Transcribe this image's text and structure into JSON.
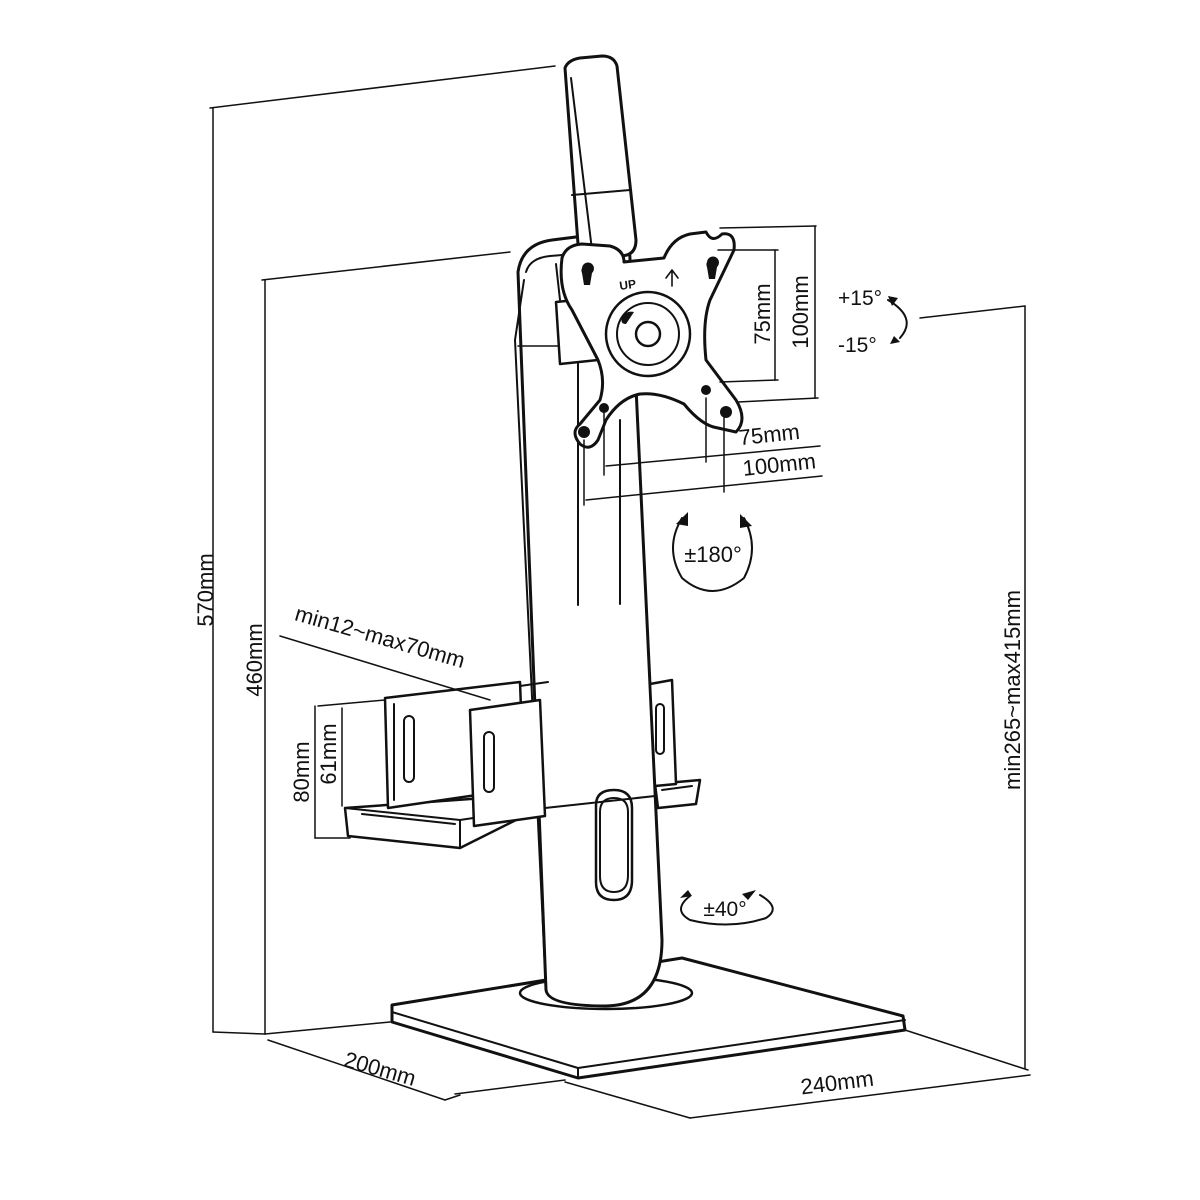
{
  "dimensions": {
    "total_height": "570mm",
    "pole_height": "460mm",
    "height_range": "min265~max415mm",
    "base_depth": "200mm",
    "base_width": "240mm",
    "holder_width_range": "min12~max70mm",
    "holder_outer_height": "80mm",
    "holder_inner_height": "61mm"
  },
  "vesa": {
    "vertical_small": "75mm",
    "vertical_large": "100mm",
    "horizontal_small": "75mm",
    "horizontal_large": "100mm",
    "up_marker": "UP"
  },
  "rotation": {
    "tilt_up": "+15°",
    "tilt_down": "-15°",
    "rotate": "±180°",
    "swivel": "±40°"
  }
}
